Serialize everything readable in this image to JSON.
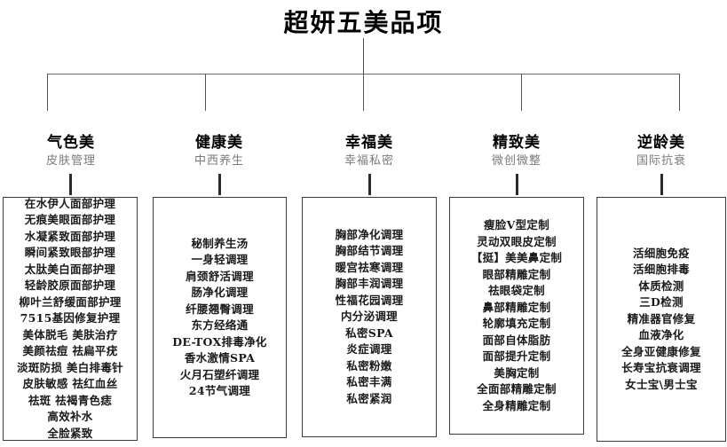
{
  "title": "超妍五美品项",
  "diagram": {
    "type": "tree",
    "root_label": "超妍五美品项",
    "branch_count": 5,
    "columns": [
      {
        "name": "气色美",
        "subtitle": "皮肤管理",
        "items": [
          "在水伊人面部护理",
          "无痕美眼面部护理",
          "水凝紧致面部护理",
          "瞬间紧致眼部护理",
          "太肽美白面部护理",
          "轻龄胶原面部护理",
          "柳叶兰舒缓面部护理",
          "7515基因修复护理",
          "美体脱毛 美肤治疗",
          "美颜祛痘 祛扁平疣",
          "淡斑防损 美白排毒针",
          "皮肤敏感 祛红血丝",
          "祛斑   祛褐青色痣",
          "高效补水",
          "全脸紧致"
        ]
      },
      {
        "name": "健康美",
        "subtitle": "中西养生",
        "items": [
          "秘制养生汤",
          "一身轻调理",
          "肩颈舒活调理",
          "肠净化调理",
          "纤腰翘臀调理",
          "东方经络通",
          "DE-TOX排毒净化",
          "香水激情SPA",
          "火月石塑纤调理",
          "24节气调理"
        ]
      },
      {
        "name": "幸福美",
        "subtitle": "幸福私密",
        "items": [
          "胸部净化调理",
          "胸部结节调理",
          "暖宫祛寒调理",
          "胸部丰润调理",
          "性福花园调理",
          "内分泌调理",
          "私密SPA",
          "炎症调理",
          "私密粉嫩",
          "私密丰满",
          "私密紧润"
        ]
      },
      {
        "name": "精致美",
        "subtitle": "微创微整",
        "items": [
          "瘦脸V型定制",
          "灵动双眼皮定制",
          "【挺】美美鼻定制",
          "眼部精雕定制",
          "祛眼袋定制",
          "鼻部精雕定制",
          "轮廓填充定制",
          "面部自体脂肪",
          "面部提升定制",
          "美胸定制",
          "全面部精雕定制",
          "全身精雕定制"
        ]
      },
      {
        "name": "逆龄美",
        "subtitle": "国际抗衰",
        "items": [
          "活细胞免疫",
          "活细胞排毒",
          "体质检测",
          "三D检测",
          "精准器官修复",
          "血液净化",
          "全身亚健康修复",
          "长寿宝抗衰调理",
          "女士宝\\男士宝"
        ]
      }
    ]
  },
  "colors": {
    "text": "#1a1a1a",
    "subtitle": "#7a7a7a",
    "line": "#4c4c4c",
    "box_border": "#3a3a3a",
    "background": "#ffffff"
  }
}
